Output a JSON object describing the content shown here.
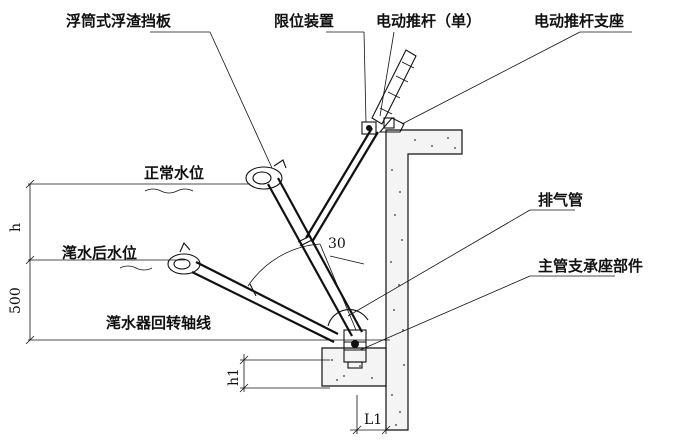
{
  "labels": {
    "float_plate": "浮筒式浮渣挡板",
    "limit_device": "限位装置",
    "actuator_single": "电动推杆（单）",
    "actuator_support": "电动推杆支座",
    "normal_water_level": "正常水位",
    "drain_pipe": "排气管",
    "after_weir_level": "滗水后水位",
    "main_pipe_bearing": "主管支承座部件",
    "rotation_axis": "滗水器回转轴线"
  },
  "dimensions": {
    "angle": "30",
    "h": "h",
    "height_500": "500",
    "h1": "h1",
    "l1": "L1"
  }
}
